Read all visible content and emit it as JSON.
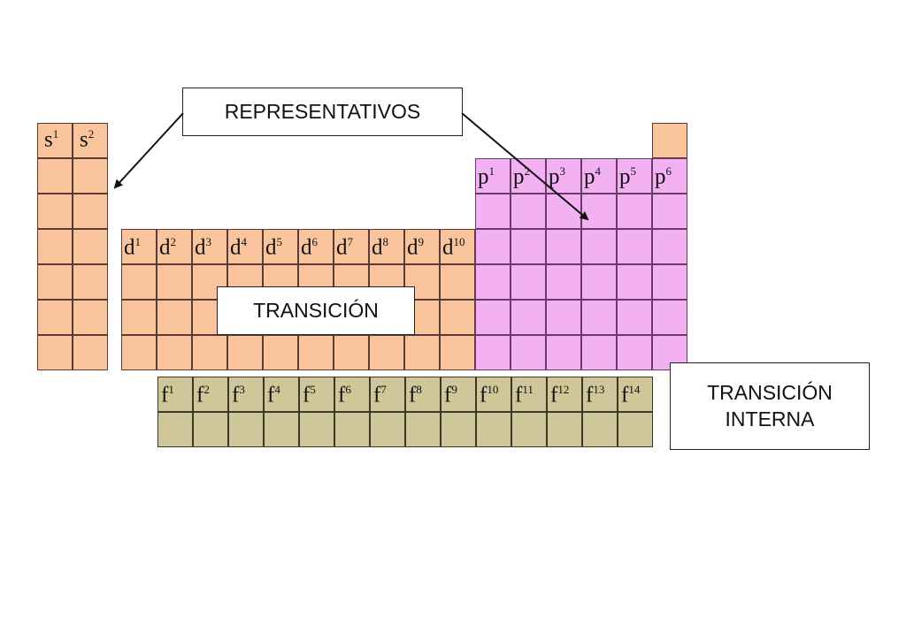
{
  "s_block": [
    "s",
    "s"
  ],
  "s_superscripts": [
    "1",
    "2"
  ],
  "d_block": [
    "d",
    "d",
    "d",
    "d",
    "d",
    "d",
    "d",
    "d",
    "d",
    "d"
  ],
  "d_superscripts": [
    "1",
    "2",
    "3",
    "4",
    "5",
    "6",
    "7",
    "8",
    "9",
    "10"
  ],
  "p_block": [
    "p",
    "p",
    "p",
    "p",
    "p",
    "p"
  ],
  "p_superscripts": [
    "1",
    "2",
    "3",
    "4",
    "5",
    "6"
  ],
  "f_block": [
    "f",
    "f",
    "f",
    "f",
    "f",
    "f",
    "f",
    "f",
    "f",
    "f",
    "f",
    "f",
    "f",
    "f"
  ],
  "f_superscripts": [
    "1",
    "2",
    "3",
    "4",
    "5",
    "6",
    "7",
    "8",
    "9",
    "10",
    "11",
    "12",
    "13",
    "14"
  ],
  "labels": {
    "representativos": "REPRESENTATIVOS",
    "transicion": "TRANSICIÓN",
    "transicion_interna_line1": "TRANSICIÓN",
    "transicion_interna_line2": "INTERNA"
  },
  "colors": {
    "s_block": "#f9c49c",
    "d_block": "#f9c49c",
    "p_block": "#f3b0f3",
    "f_block": "#cfc79a"
  }
}
